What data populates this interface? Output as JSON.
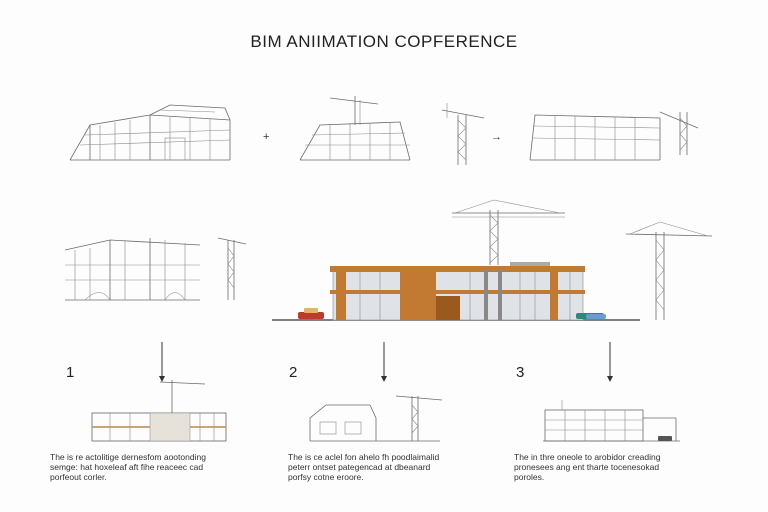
{
  "title": "BIM ANIIMATION COPFERENCE",
  "operators": {
    "plus": "+",
    "arrow": "→"
  },
  "steps": [
    {
      "number": "1",
      "caption": [
        "The is re actolitige dernesfom aootonding",
        "semge: hat hoxeleaf aft fihe reaceec cad",
        "porfeout corler."
      ]
    },
    {
      "number": "2",
      "caption": [
        "The is ce aclel fon ahelo fh poodlaimalid",
        "peterr ontset pategencad at dbeanard",
        "porfsy cotne eroore."
      ]
    },
    {
      "number": "3",
      "caption": [
        "The in thre oneole to arobidor creading",
        "pronesees ang ent tharte tocenesokad",
        "poroles."
      ]
    }
  ],
  "colors": {
    "timber": "#c27a33",
    "timber_dark": "#9a5a1e",
    "glass": "#d9dde2",
    "lines": "#6b6b6b",
    "car_red": "#c0392b",
    "car_teal": "#2d8a7a"
  }
}
